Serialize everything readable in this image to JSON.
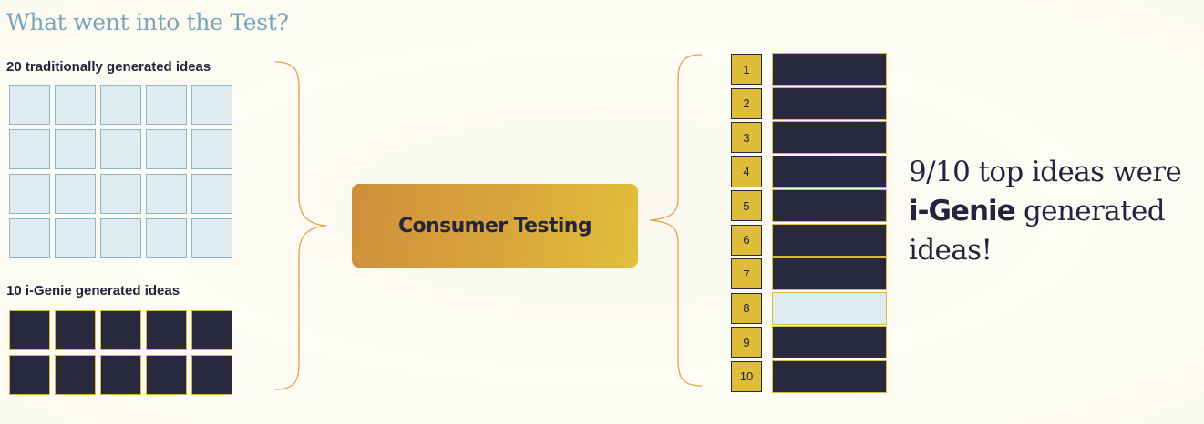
{
  "title": "What went into the Test?",
  "traditional": {
    "label": "20 traditionally generated ideas",
    "count": 20
  },
  "igenie": {
    "label": "10 i-Genie generated ideas",
    "count": 10
  },
  "consumer_testing": {
    "label": "Consumer Testing"
  },
  "ranking": [
    {
      "rank": "1",
      "source": "i-Genie"
    },
    {
      "rank": "2",
      "source": "i-Genie"
    },
    {
      "rank": "3",
      "source": "i-Genie"
    },
    {
      "rank": "4",
      "source": "i-Genie"
    },
    {
      "rank": "5",
      "source": "i-Genie"
    },
    {
      "rank": "6",
      "source": "i-Genie"
    },
    {
      "rank": "7",
      "source": "i-Genie"
    },
    {
      "rank": "8",
      "source": "traditional"
    },
    {
      "rank": "9",
      "source": "i-Genie"
    },
    {
      "rank": "10",
      "source": "i-Genie"
    }
  ],
  "result": {
    "prefix": "9/10 top ideas were",
    "brand": "i-Genie",
    "suffix": " generated ideas!"
  },
  "colors": {
    "title": "#7aa5b8",
    "traditional_fill": "#deebf1",
    "traditional_border": "#8bb8c8",
    "igenie_fill": "#28283e",
    "gold": "#d9b93a",
    "brace": "#e0a24a"
  }
}
